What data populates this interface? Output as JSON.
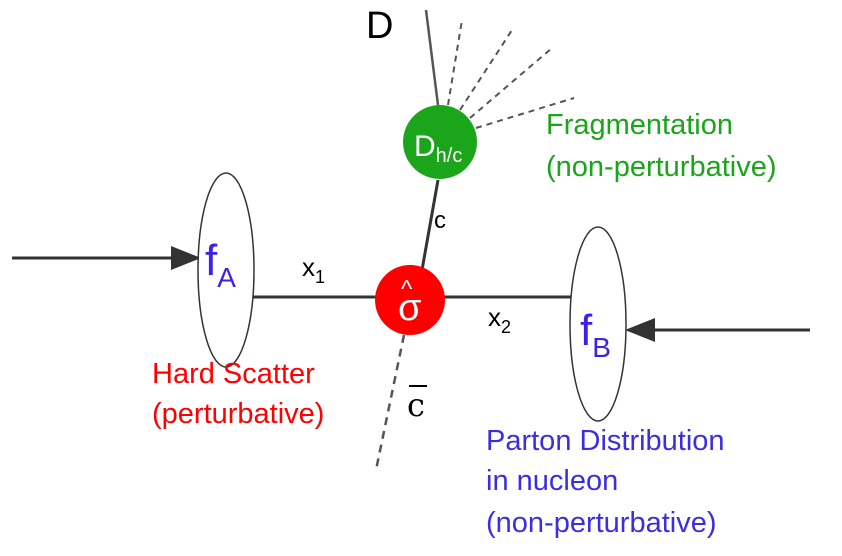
{
  "colors": {
    "line": "#333333",
    "dashed": "#555555",
    "hard_scatter": "#ff0000",
    "fragmentation": "#1aa51a",
    "parton": "#3a2ee0",
    "f_label": "#4020e8"
  },
  "labels": {
    "hadron": "D",
    "frag_node": "D",
    "frag_node_sub": "h/c",
    "quark_c": "c",
    "antiquark": "c",
    "sigma": "σ",
    "sigma_hat": "^",
    "fa_main": "f",
    "fa_sub": "A",
    "fb_main": "f",
    "fb_sub": "B",
    "x1_main": "x",
    "x1_sub": "1",
    "x2_main": "x",
    "x2_sub": "2",
    "fragmentation_line1": "Fragmentation",
    "fragmentation_line2": "(non-perturbative)",
    "hard_scatter_line1": "Hard Scatter",
    "hard_scatter_line2": "(perturbative)",
    "parton_line1": "Parton Distribution",
    "parton_line2": "in nucleon",
    "parton_line3": "(non-perturbative)"
  }
}
